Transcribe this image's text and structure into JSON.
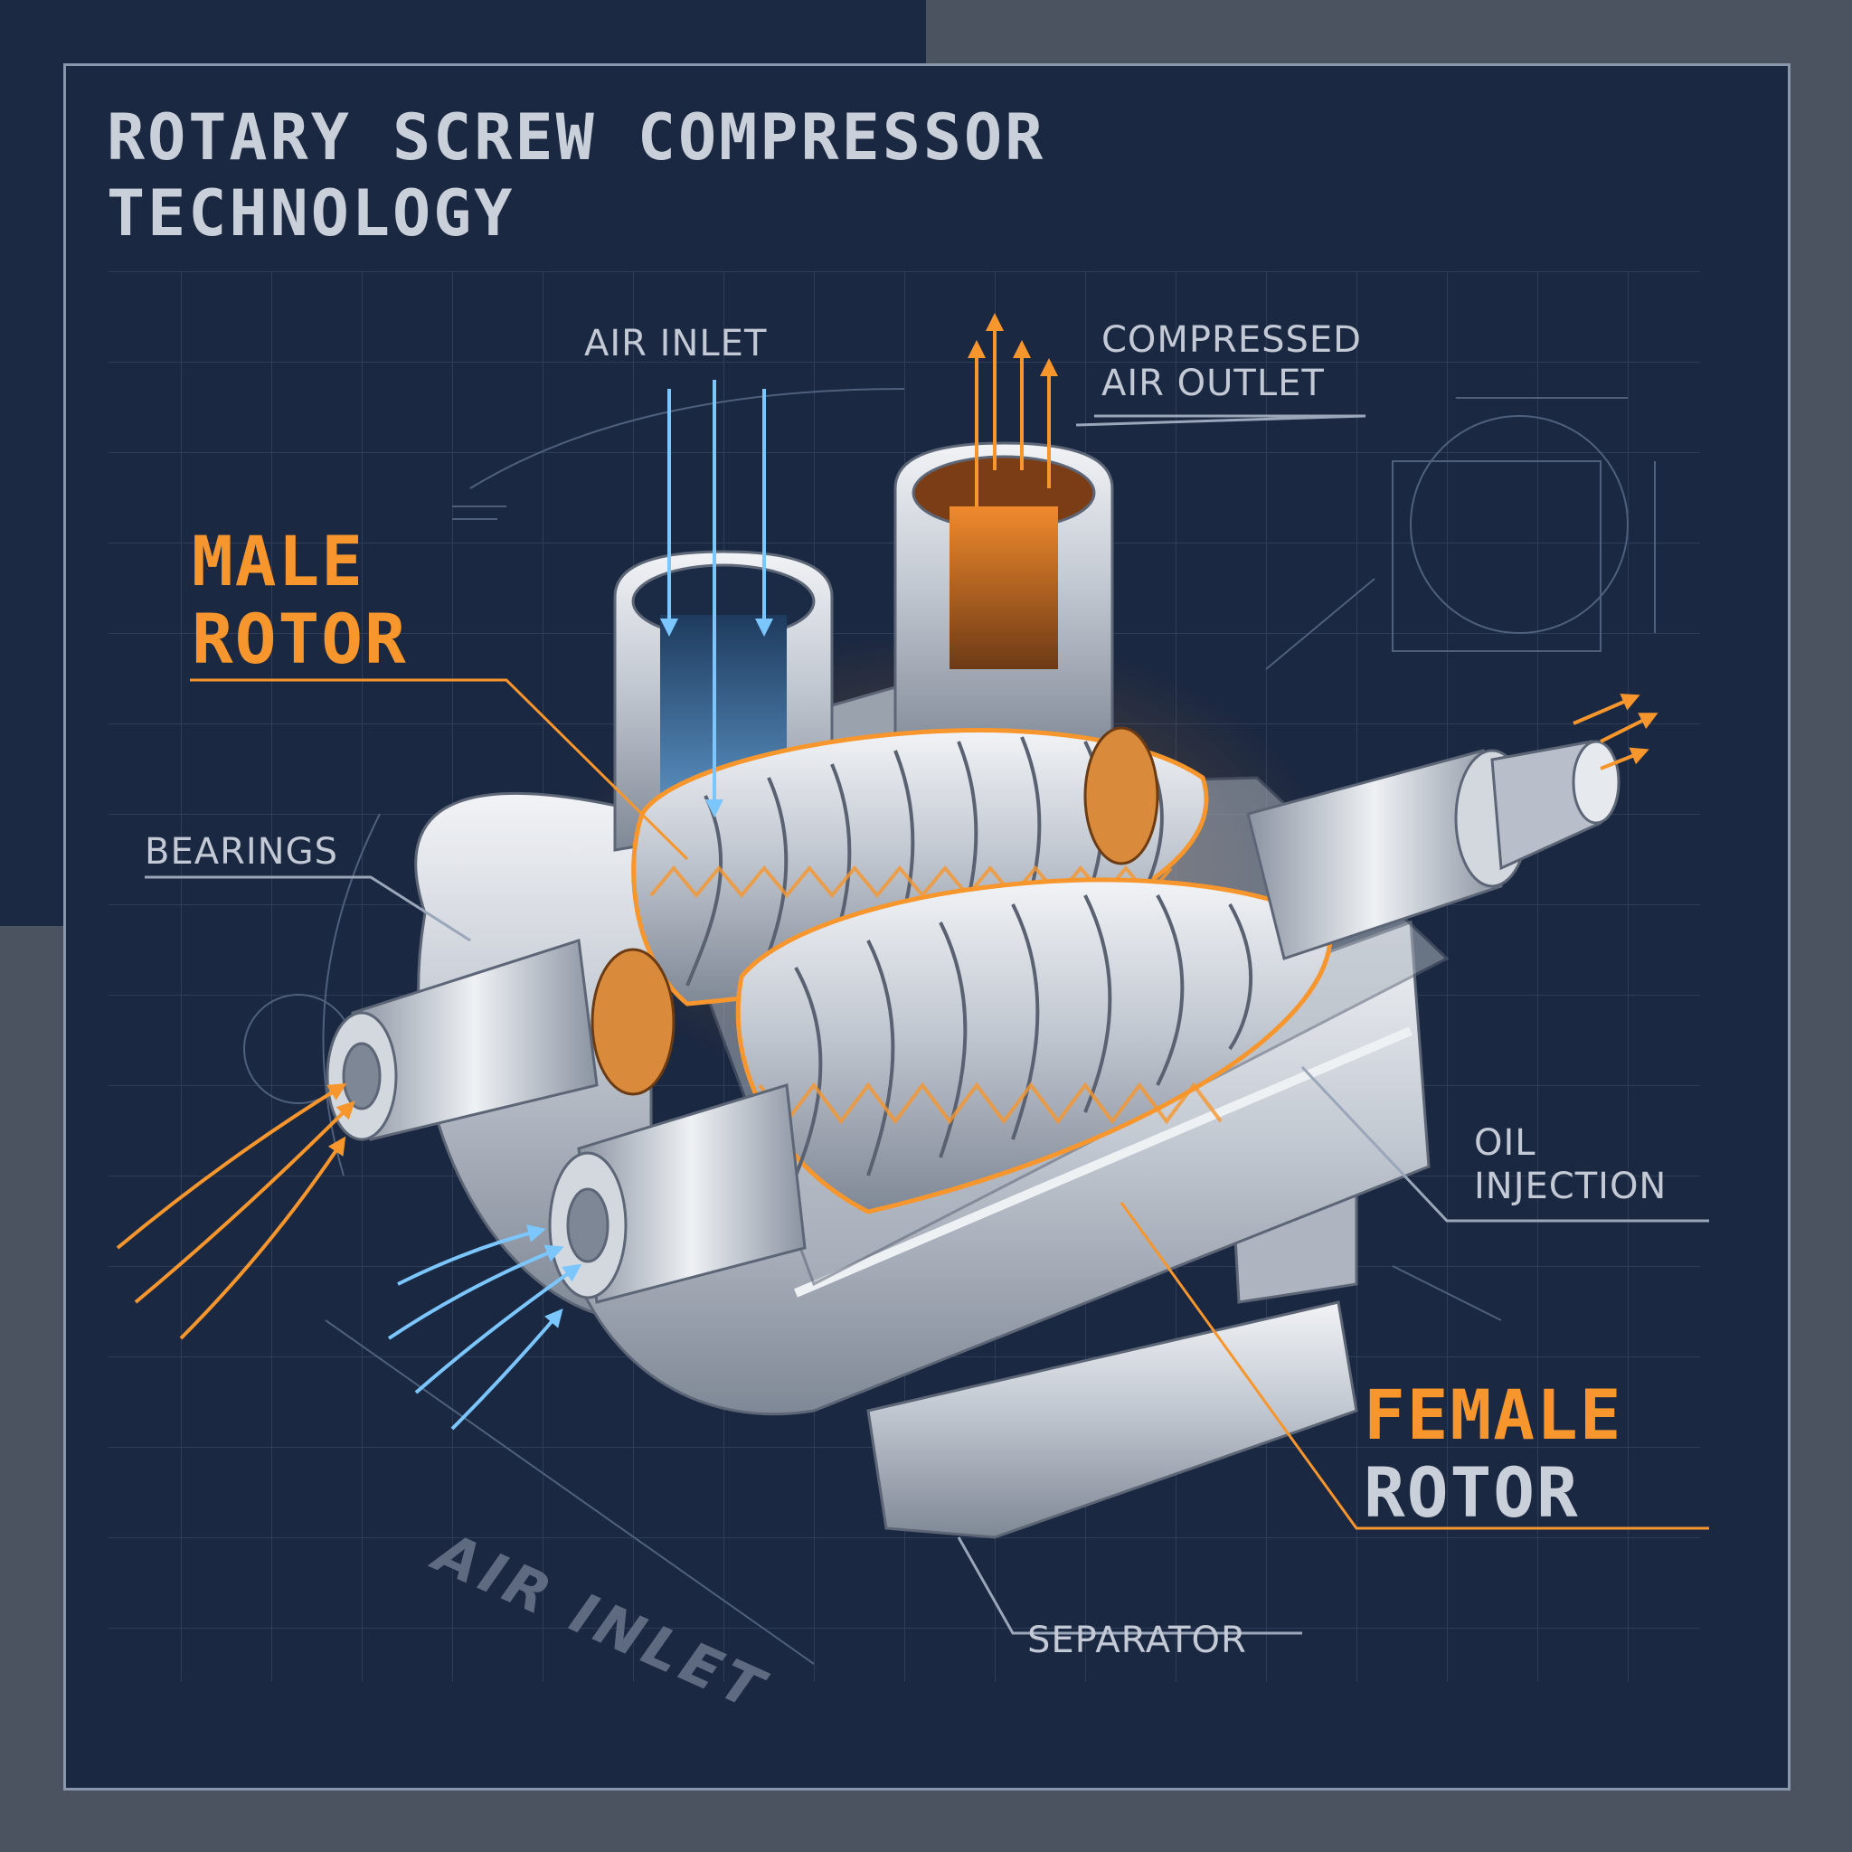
{
  "title": {
    "line1": "ROTARY SCREW COMPRESSOR",
    "line2": "TECHNOLOGY"
  },
  "labels": {
    "air_inlet_top": "AIR INLET",
    "compressed_outlet_line1": "COMPRESSED",
    "compressed_outlet_line2": "AIR OUTLET",
    "male_rotor_line1": "MALE",
    "male_rotor_line2": "ROTOR",
    "bearings": "BEARINGS",
    "oil_injection_line1": "OIL",
    "oil_injection_line2": "INJECTION",
    "female_rotor_line1": "FEMALE",
    "female_rotor_line2": "ROTOR",
    "separator": "SEPARATOR",
    "air_inlet_bottom": "AIR INLET"
  },
  "colors": {
    "background": "#1b2841",
    "accent_orange": "#f7962c",
    "inlet_blue": "#6fbfff",
    "metal": "#c3c9d3",
    "text": "#c3cad6"
  }
}
